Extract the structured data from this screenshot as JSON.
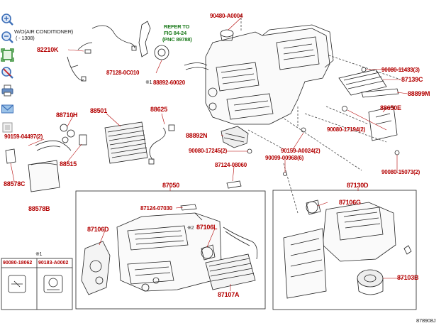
{
  "toolbar": {
    "zoom_in": "zoom-in",
    "zoom_out": "zoom-out",
    "fit": "fit-page",
    "reset": "reset",
    "print": "print",
    "mail": "mail",
    "thumb": "thumbnail"
  },
  "diagram": {
    "note_line1": "W/O(AIR CONDITIONER)",
    "note_line2": "(  - 1308)",
    "refer_line1": "REFER TO",
    "refer_line2": "FIG 84-24",
    "refer_line3": "(PNC 89788)",
    "ref_id": "878908J",
    "parts": {
      "p82210K": "82210K",
      "p90480A0004": "90480-A0004",
      "p87128": "87128-0C010",
      "p88892_60020": "88892-60020",
      "note1": "※1",
      "p90080_11433": "90080-11433(3)",
      "p87139C": "87139C",
      "p88899M": "88899M",
      "p88710H": "88710H",
      "p88501": "88501",
      "p88625": "88625",
      "p88650E": "88650E",
      "p90080_17194": "90080-17194(2)",
      "p88892N": "88892N",
      "p90159_04497": "90159-04497(2)",
      "p90080_17245": "90080-17245(2)",
      "p90159_A0024": "90159-A0024(2)",
      "p90080_15073": "90080-15073(2)",
      "p90099_00968": "90099-00968(6)",
      "p88578C": "88578C",
      "p88515": "88515",
      "p87124_08060": "87124-08060",
      "p88578B": "88578B",
      "p87050": "87050",
      "p87130D": "87130D",
      "p87124_07030": "87124-07030",
      "p87106G": "87106G",
      "p87106D": "87106D",
      "note2": "※2",
      "p87106L": "87106L",
      "p90080_18062": "90080-18062",
      "p90183_A0002": "90183-A0002",
      "note1b": "※1",
      "p87103B": "87103B",
      "p87107A": "87107A"
    }
  }
}
